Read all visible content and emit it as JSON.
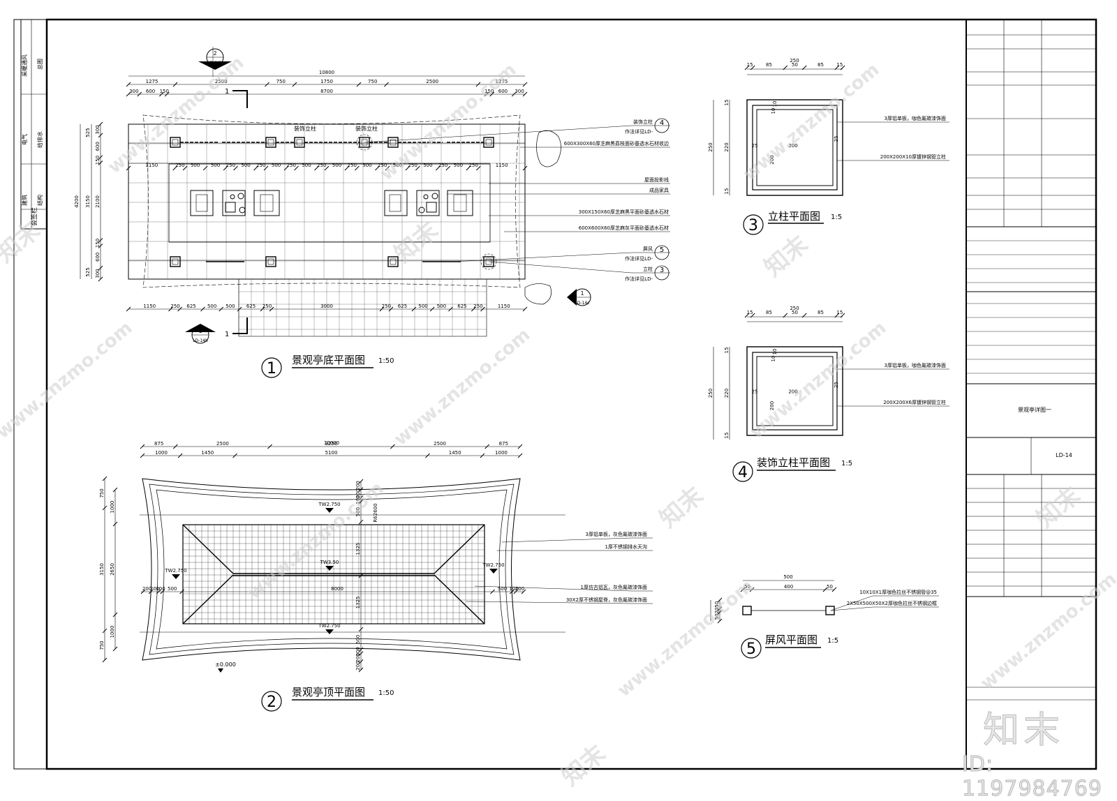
{
  "sheet": {
    "drawing_title": "景观亭详图一",
    "drawing_number": "LD-14",
    "left_strip": {
      "row1": [
        "采暖通风",
        "总图"
      ],
      "row2": [
        "电气",
        "给排水"
      ],
      "row3": [
        "建筑",
        "结构"
      ],
      "row4": "会签栏"
    }
  },
  "plan1": {
    "num": "1",
    "title": "景观亭底平面图",
    "scale": "1:50",
    "section_top_num": "2",
    "section_top_ref": "LD-14b",
    "section_right_num": "1",
    "section_right_ref": "LD-14c",
    "section_bottom_num": "1",
    "section_bottom_ref": "LD-14b",
    "cut_mark": "1",
    "dims_total": "10800",
    "dims_row2": [
      "1275",
      "2500",
      "750",
      "1750",
      "750",
      "2500",
      "1275"
    ],
    "dims_row3": [
      "300",
      "600",
      "150",
      "8700",
      "150",
      "600",
      "300"
    ],
    "dims_inner": [
      "1150",
      "250",
      "500",
      "500",
      "250",
      "500",
      "250",
      "500",
      "250",
      "500",
      "250",
      "500",
      "250",
      "500",
      "250",
      "500",
      "250",
      "500",
      "250",
      "500",
      "250",
      "1150"
    ],
    "dims_bottom": [
      "1150",
      "250",
      "625",
      "500",
      "500",
      "625",
      "250",
      "3000",
      "250",
      "625",
      "500",
      "500",
      "625",
      "250",
      "1150"
    ],
    "dims_left_total": "4200",
    "dims_left_mid": "3150",
    "dims_left_outer": [
      "525",
      "525"
    ],
    "dims_left_inner": [
      "300",
      "600",
      "150",
      "2100",
      "150",
      "600",
      "300"
    ],
    "labels_top": [
      "装饰立柱",
      "装饰立柱"
    ],
    "callouts": [
      {
        "text": "装饰立柱",
        "ref": "4",
        "sub": "作法详见LD-"
      },
      {
        "text": "600X300X60厚芝麻黑荔枝面砂基透水石材收边"
      },
      {
        "text": "屋面投影线"
      },
      {
        "text": "成品家具"
      },
      {
        "text": "300X150X60厚芝麻黑平面砂基透水石材"
      },
      {
        "text": "600X600X60厚芝麻灰平面砂基透水石材"
      },
      {
        "text": "屏风",
        "ref": "5",
        "sub": "作法详见LD-"
      },
      {
        "text": "立柱",
        "ref": "3",
        "sub": "作法详见LD-"
      }
    ]
  },
  "plan2": {
    "num": "2",
    "title": "景观亭顶平面图",
    "scale": "1:50",
    "dims_total": "10000",
    "dims_row2": [
      "875",
      "2500",
      "3250",
      "2500",
      "875"
    ],
    "dims_row3": [
      "1000",
      "1450",
      "5100",
      "1450",
      "1000"
    ],
    "dims_left": [
      "750",
      "3150",
      "750"
    ],
    "dims_left_inner": [
      "1000",
      "2650",
      "1000"
    ],
    "dims_center_v": [
      "200",
      "200",
      "100",
      "500",
      "1325",
      "1325",
      "500",
      "100",
      "200",
      "200"
    ],
    "slope": "R62600",
    "dims_h": [
      "200",
      "200",
      "100",
      "500",
      "8000",
      "500",
      "100",
      "200"
    ],
    "elevations": [
      "TW2.750",
      "TW3.50",
      "TW2.750",
      "TW2.750",
      "TW2.750"
    ],
    "datum": "±0.000",
    "callouts": [
      "3厚铝单板，灰色氟碳漆饰面",
      "1厚不锈钢排水天沟",
      "1厚仿古铝瓦，灰色氟碳漆饰面",
      "30X2厚不锈钢屋脊，灰色氟碳漆饰面"
    ]
  },
  "detail3": {
    "num": "3",
    "title": "立柱平面图",
    "scale": "1:5",
    "dims_top_total": "250",
    "dims_top": [
      "15",
      "85",
      "50",
      "85",
      "15"
    ],
    "dims_left": [
      "250",
      "220",
      "15",
      "15"
    ],
    "dims_inner": [
      "25",
      "200",
      "200",
      "25",
      "10",
      "10"
    ],
    "callouts": [
      "3厚铝单板，咖色氟碳漆饰面",
      "200X200X10厚镀锌钢管立柱"
    ]
  },
  "detail4": {
    "num": "4",
    "title": "装饰立柱平面图",
    "scale": "1:5",
    "dims_top_total": "250",
    "dims_top": [
      "15",
      "85",
      "50",
      "85",
      "15"
    ],
    "dims_left": [
      "250",
      "220",
      "15",
      "15"
    ],
    "dims_inner": [
      "25",
      "200",
      "200",
      "25",
      "10",
      "10"
    ],
    "callouts": [
      "3厚铝单板，咖色氟碳漆饰面",
      "200X200X6厚镀锌钢管立柱"
    ]
  },
  "detail5": {
    "num": "5",
    "title": "屏风平面图",
    "scale": "1:5",
    "dims_top_total": "500",
    "dims_top": [
      "50",
      "400",
      "50"
    ],
    "dims_left": [
      "50",
      "20",
      "50"
    ],
    "callouts": [
      "10X10X1厚咖色拉丝不锈钢管@35",
      "2X50X500X50X2厚咖色拉丝不锈钢边框"
    ]
  },
  "watermark": {
    "brand": "知末",
    "site": "www.znzmo.com",
    "id": "ID: 1197984769"
  }
}
